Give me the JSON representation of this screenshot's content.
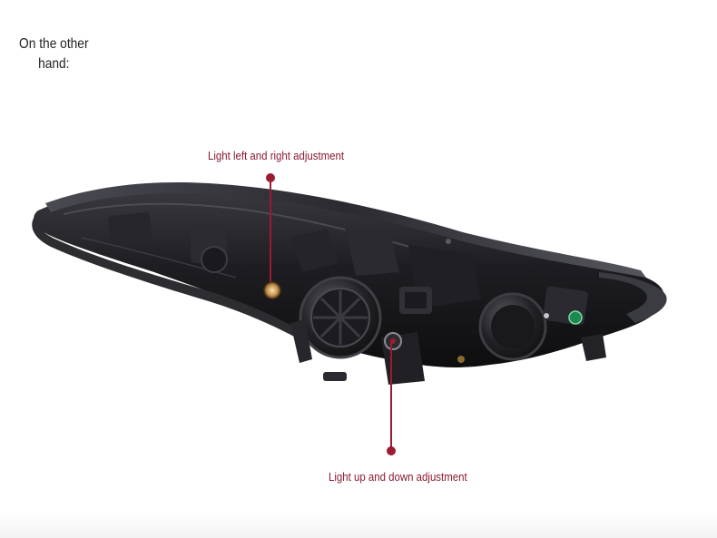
{
  "intro": {
    "line1": "On the other",
    "line2": "hand:"
  },
  "callouts": {
    "left_right": "Light left and right adjustment",
    "up_down": "Light up and down adjustment"
  },
  "colors": {
    "accent": "#9b1b30",
    "housing": "#1c1c1f",
    "background": "#ffffff"
  }
}
